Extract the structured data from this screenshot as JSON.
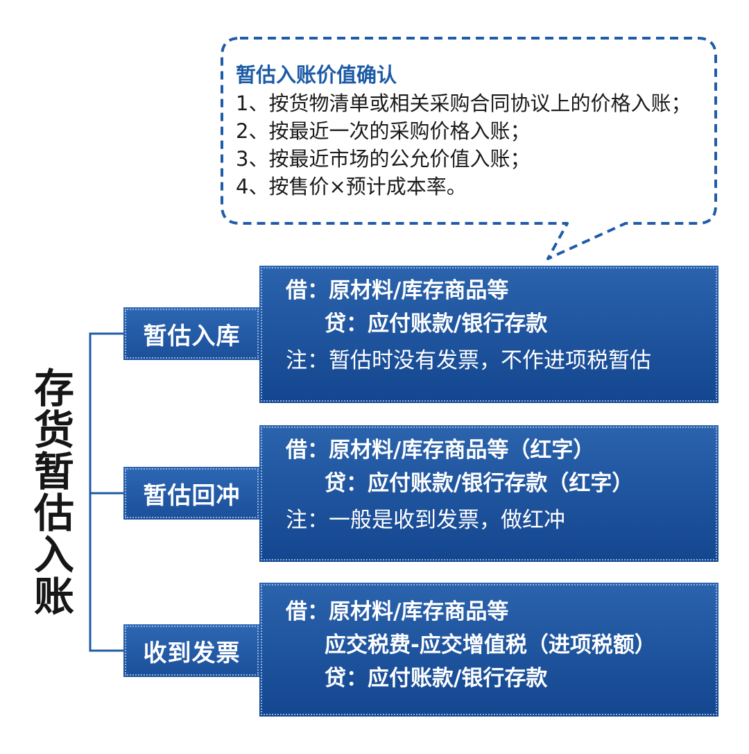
{
  "callout": {
    "title": "暂估入账价值确认",
    "lines": [
      "1、按货物清单或相关采购合同协议上的价格入账；",
      "2、按最近一次的采购价格入账；",
      "3、按最近市场的公允价值入账；",
      "4、按售价×预计成本率。"
    ]
  },
  "main_title": [
    "存",
    "货",
    "暂",
    "估",
    "入",
    "账"
  ],
  "branches": [
    {
      "label": "暂估入库",
      "debit": "借：原材料/库存商品等",
      "credit": "贷：应付账款/银行存款",
      "note": "注：暂估时没有发票，不作进项税暂估"
    },
    {
      "label": "暂估回冲",
      "debit": "借：原材料/库存商品等（红字）",
      "credit": "贷：应付账款/银行存款（红字）",
      "note": "注：一般是收到发票，做红冲"
    },
    {
      "label": "收到发票",
      "debit": "借：原材料/库存商品等",
      "extra": "应交税费-应交增值税（进项税额）",
      "credit": "贷：应付账款/银行存款"
    }
  ],
  "colors": {
    "accent": "#1c5aa6",
    "box_top": "#2b63ad",
    "box_bottom": "#13468f",
    "dashed_border": "#1f5ba8"
  }
}
